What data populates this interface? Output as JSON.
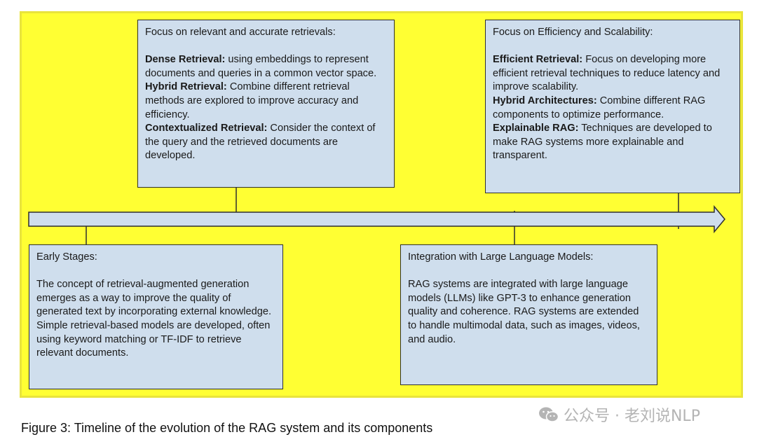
{
  "colors": {
    "background": "#ffff33",
    "box_fill": "#cfdeed",
    "line": "#2f2f2f",
    "watermark": "#b4b4b4"
  },
  "box_top_left": {
    "heading": "Early Stages:",
    "body": "The concept of retrieval-augmented generation emerges as a way to improve the quality of generated text by incorporating external knowledge. Simple retrieval-based models are developed, often using keyword matching or TF-IDF to retrieve relevant documents."
  },
  "box_retrieval": {
    "heading": "Focus on relevant and accurate retrievals:",
    "items": [
      {
        "term": "Dense Retrieval:",
        "text": " using embeddings to represent documents and queries in a common vector space."
      },
      {
        "term": "Hybrid Retrieval:",
        "text": " Combine different retrieval methods are explored to improve accuracy and efficiency."
      },
      {
        "term": "Contextualized Retrieval:",
        "text": " Consider the context of the query and the retrieved documents are developed."
      }
    ]
  },
  "box_llm": {
    "heading": "Integration with Large Language Models:",
    "body": "RAG systems are integrated with large language models (LLMs) like GPT-3 to enhance generation quality and coherence. RAG systems are extended to handle multimodal data, such as images, videos, and audio."
  },
  "box_efficiency": {
    "heading": "Focus on Efficiency and Scalability:",
    "items": [
      {
        "term": "Efficient Retrieval:",
        "text": " Focus on developing more efficient retrieval techniques to reduce latency and improve scalability."
      },
      {
        "term": "Hybrid Architectures:",
        "text": " Combine different RAG components to optimize performance."
      },
      {
        "term": "Explainable RAG:",
        "text": " Techniques are developed to make RAG systems more explainable and transparent."
      }
    ]
  },
  "caption": "Figure 3: Timeline of the evolution of the RAG system and its components",
  "watermark": {
    "icon": "wechat-icon",
    "text": "公众号 · 老刘说NLP"
  }
}
